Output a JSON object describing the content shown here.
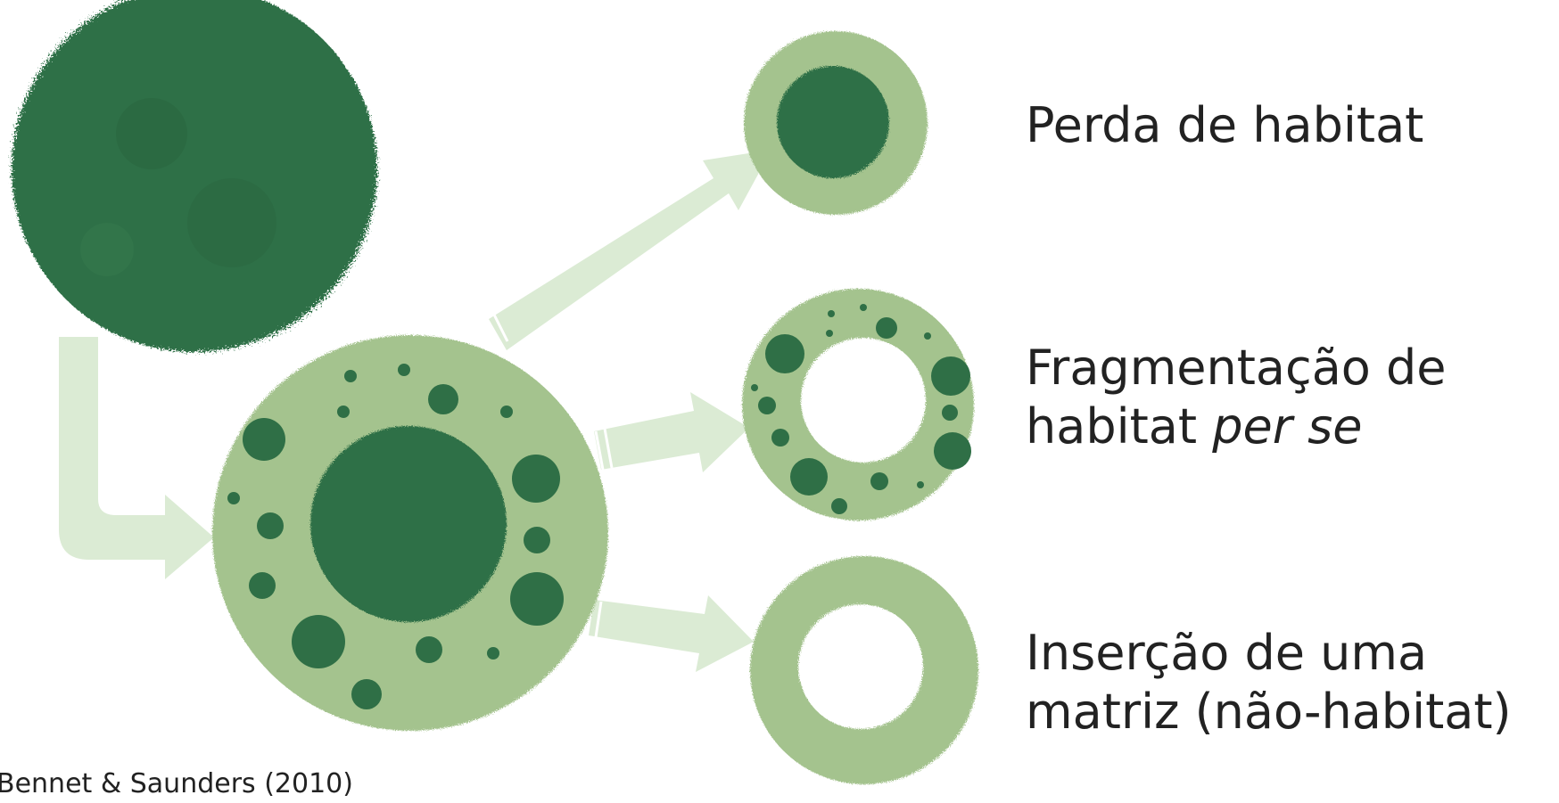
{
  "colors": {
    "forest": "#2f6f46",
    "light_green": "#a4c38e",
    "arrow": "#dbebd4"
  },
  "labels": {
    "loss": "Perda de habitat",
    "frag_line1": "Fragmentação de",
    "frag_line2_plain": "habitat ",
    "frag_line2_italic": "per se",
    "matrix_line1": "Inserção de uma",
    "matrix_line2": "matriz (não-habitat)"
  },
  "citation": "Bennet & Saunders (2010)"
}
